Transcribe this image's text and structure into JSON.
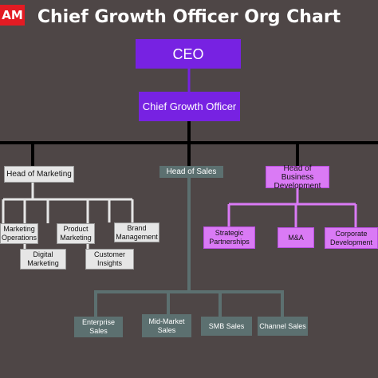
{
  "logo": "AM",
  "title": "Chief Growth Officer Org Chart",
  "colors": {
    "background": "#4e4646",
    "executive": "#7722e2",
    "marketing": "#e6e6e6",
    "sales": "#5c7070",
    "business_development": "#da7af5",
    "connector": "#000000"
  },
  "ceo": "CEO",
  "cgo": "Chief Growth Officer",
  "heads": {
    "marketing": "Head of Marketing",
    "sales": "Head of Sales",
    "business_development": "Head of Business Development"
  },
  "marketing_teams": [
    "Marketing Operations",
    "Digital Marketing",
    "Product Marketing",
    "Customer Insights",
    "Brand Management"
  ],
  "sales_teams": [
    "Enterprise Sales",
    "Mid-Market Sales",
    "SMB Sales",
    "Channel Sales"
  ],
  "bizdev_teams": [
    "Strategic Partnerships",
    "M&A",
    "Corporate Development"
  ]
}
